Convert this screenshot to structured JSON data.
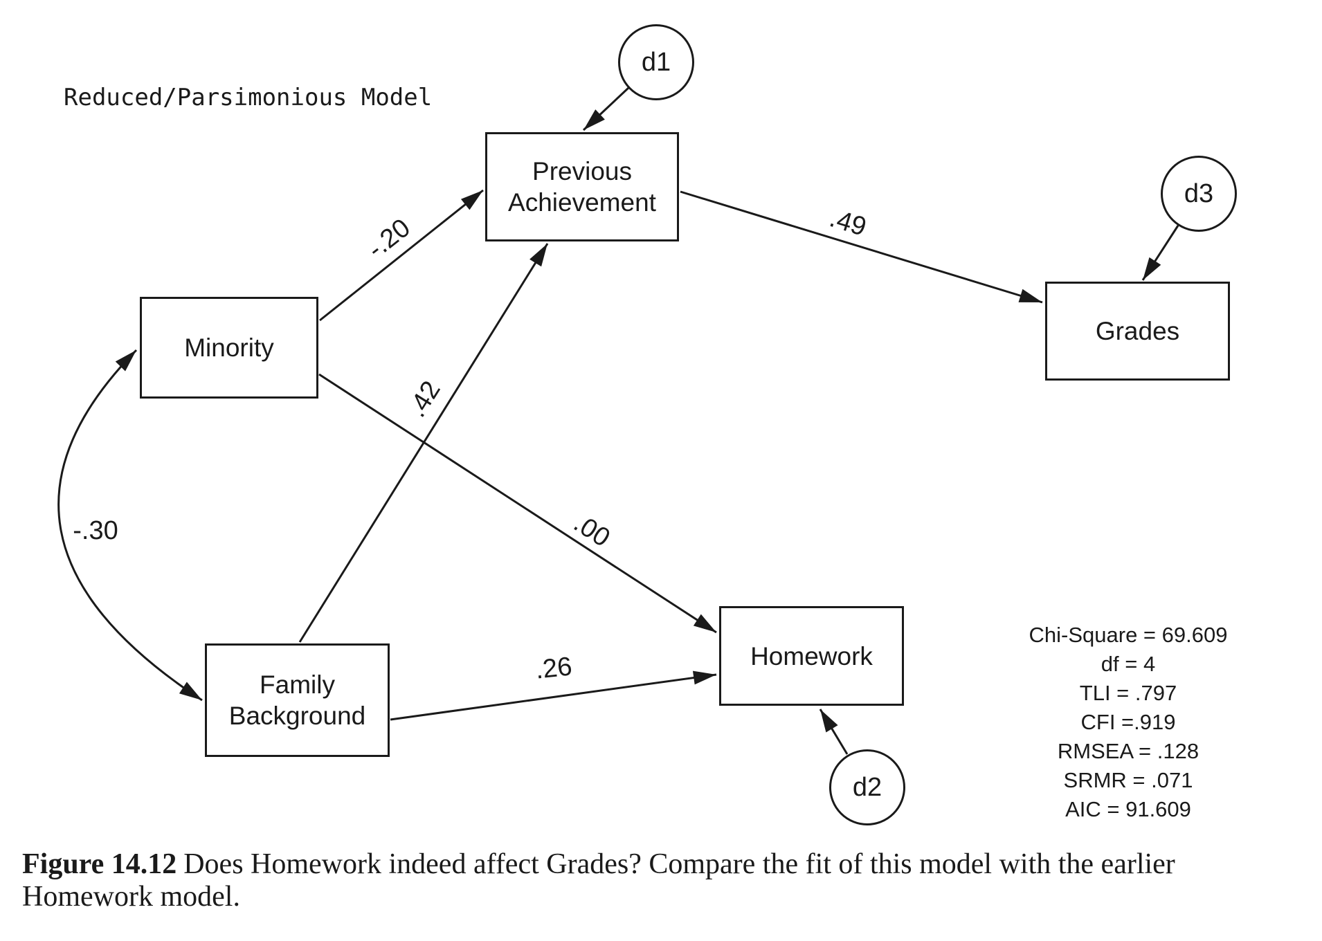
{
  "title": "Reduced/Parsimonious Model",
  "nodes": {
    "minority": {
      "label": "Minority"
    },
    "family_background": {
      "line1": "Family",
      "line2": "Background"
    },
    "previous_achievement": {
      "line1": "Previous",
      "line2": "Achievement"
    },
    "homework": {
      "label": "Homework"
    },
    "grades": {
      "label": "Grades"
    }
  },
  "disturbances": {
    "d1": "d1",
    "d2": "d2",
    "d3": "d3"
  },
  "path_coefficients": {
    "minority_to_previous_achievement": "-.20",
    "family_background_to_previous_achievement": ".42",
    "minority_to_homework": ".00",
    "family_background_to_homework": ".26",
    "previous_achievement_to_grades": ".49",
    "minority_family_background_covariance": "-.30"
  },
  "fit_statistics": {
    "lines": [
      "Chi-Square = 69.609",
      "df = 4",
      "TLI = .797",
      "CFI =.919",
      "RMSEA = .128",
      "SRMR = .071",
      "AIC = 91.609"
    ]
  },
  "caption": {
    "label": "Figure 14.12",
    "line1_rest": "Does Homework indeed affect Grades? Compare the fit of this model with the earlier",
    "line2": "Homework model."
  },
  "colors": {
    "ink": "#1a1a1a",
    "background": "#ffffff"
  }
}
